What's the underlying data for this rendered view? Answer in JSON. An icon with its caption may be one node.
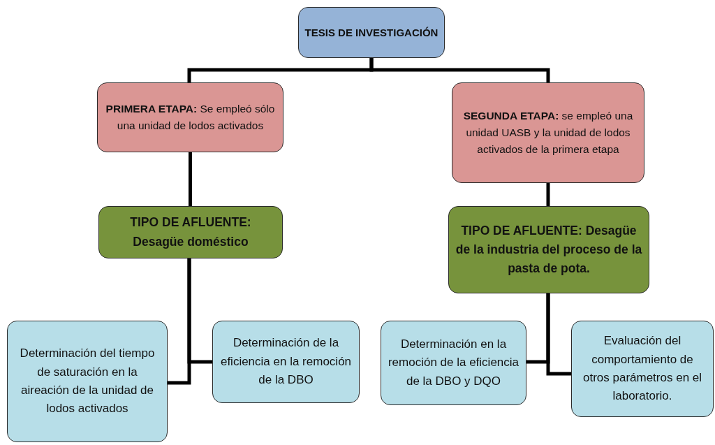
{
  "diagram": {
    "nodes": [
      {
        "text": [
          "TESIS DE INVESTIGACIÓN"
        ]
      },
      {
        "text": [
          "**PRIMERA ETAPA:** Se empleó sólo una unidad de lodos activados"
        ]
      },
      {
        "text": [
          "**SEGUNDA ETAPA:** se empleó una unidad UASB y la unidad de lodos activados de la primera etapa"
        ]
      },
      {
        "text": [
          "TIPO DE AFLUENTE: Desagüe doméstico"
        ]
      },
      {
        "text": [
          "TIPO DE AFLUENTE: Desagüe de la industria del proceso de la pasta de pota."
        ]
      },
      {
        "text": [
          "Determinación del tiempo de saturación en la aireación de la unidad de lodos activados"
        ]
      },
      {
        "text": [
          "Determinación de la eficiencia en la remoción de la DBO"
        ]
      },
      {
        "text": [
          "Determinación en la remoción de la eficiencia de la DBO y DQO"
        ]
      },
      {
        "text": [
          "Evaluación del comportamiento de otros parámetros en el laboratorio."
        ]
      }
    ],
    "edges": [
      {
        "from": 0,
        "to": 1,
        "arrow": "none"
      },
      {
        "from": 0,
        "to": 2,
        "arrow": "none"
      },
      {
        "from": 1,
        "to": 3,
        "arrow": "none"
      },
      {
        "from": 2,
        "to": 4,
        "arrow": "none"
      },
      {
        "from": 3,
        "to": 5,
        "arrow": "none"
      },
      {
        "from": 3,
        "to": 6,
        "arrow": "none"
      },
      {
        "from": 4,
        "to": 7,
        "arrow": "none"
      },
      {
        "from": 4,
        "to": 8,
        "arrow": "none"
      }
    ]
  }
}
